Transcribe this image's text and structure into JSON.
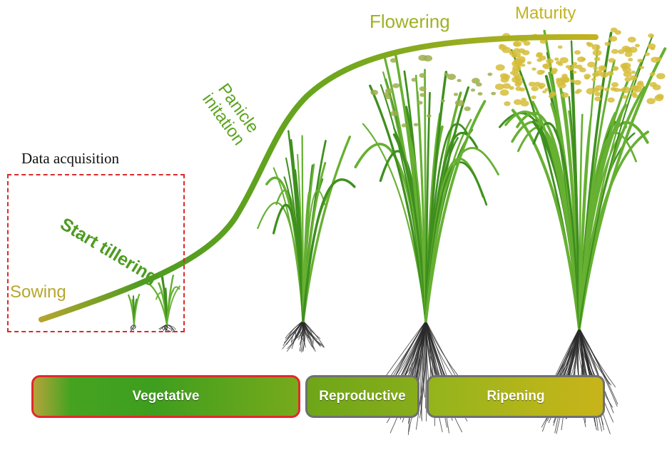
{
  "data_acquisition": {
    "label": "Data acquisition"
  },
  "growth_stages": {
    "sowing": "Sowing",
    "start_tillering": "Start tillering",
    "panicle_line1": "Panicle",
    "panicle_line2": "initation",
    "flowering": "Flowering",
    "maturity": "Maturity"
  },
  "phases": {
    "vegetative": "Vegetative",
    "reproductive": "Reproductive",
    "ripening": "Ripening"
  },
  "colors": {
    "curve_start": "#b3a52d",
    "curve_mid": "#4e9b22",
    "curve_end": "#c2b322",
    "leaf_green": "#3f8f1f",
    "leaf_light": "#66b032",
    "grain_gold": "#d6bd3a",
    "root_dark": "#2b2b2b",
    "acquisition_border": "#d92b2b",
    "vegetative_border": "#e02a2a",
    "phase_border": "#707070"
  }
}
